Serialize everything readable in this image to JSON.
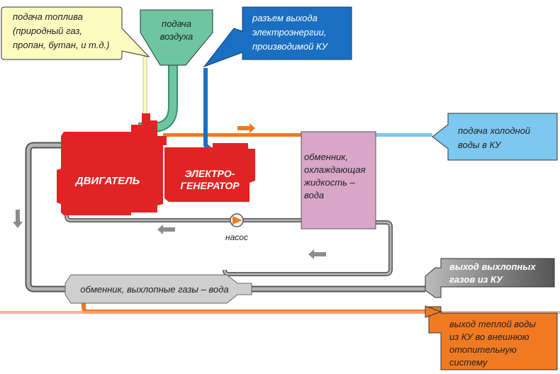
{
  "labels": {
    "fuel": [
      "подача топлива",
      "(природный газ,",
      "пропан, бутан, и т.д.)"
    ],
    "air": [
      "подача",
      "воздуха"
    ],
    "power": [
      "разъем выхода",
      "электроэнергии,",
      "производимой КУ"
    ],
    "cold_water": [
      "подача холодной",
      "воды в КУ"
    ],
    "engine": "ДВИГАТЕЛЬ",
    "generator": [
      "ЭЛЕКТРО-",
      "ГЕНЕРАТОР"
    ],
    "coolant_exchanger": [
      "обменник,",
      "охлаждающая",
      "жидкость –",
      "вода"
    ],
    "pump": "насос",
    "exhaust_exchanger": "обменник, выхлопные газы – вода",
    "exhaust_out": [
      "выход выхлопных",
      "газов из КУ"
    ],
    "hot_water_out": [
      "выход теплой воды",
      "из КУ во внешнюю",
      "отопительную",
      "систему"
    ]
  },
  "colors": {
    "fuel": "#fdfbc0",
    "air": "#6ec6a0",
    "power": "#1a6fc2",
    "cold_water": "#7cc8f0",
    "engine": "#e02424",
    "coolant_exchanger": "#d9a6c8",
    "exhaust_pipe": "#8c8c8c",
    "hot_water": "#f07a22",
    "exhaust_out": "#6b6b6b"
  }
}
